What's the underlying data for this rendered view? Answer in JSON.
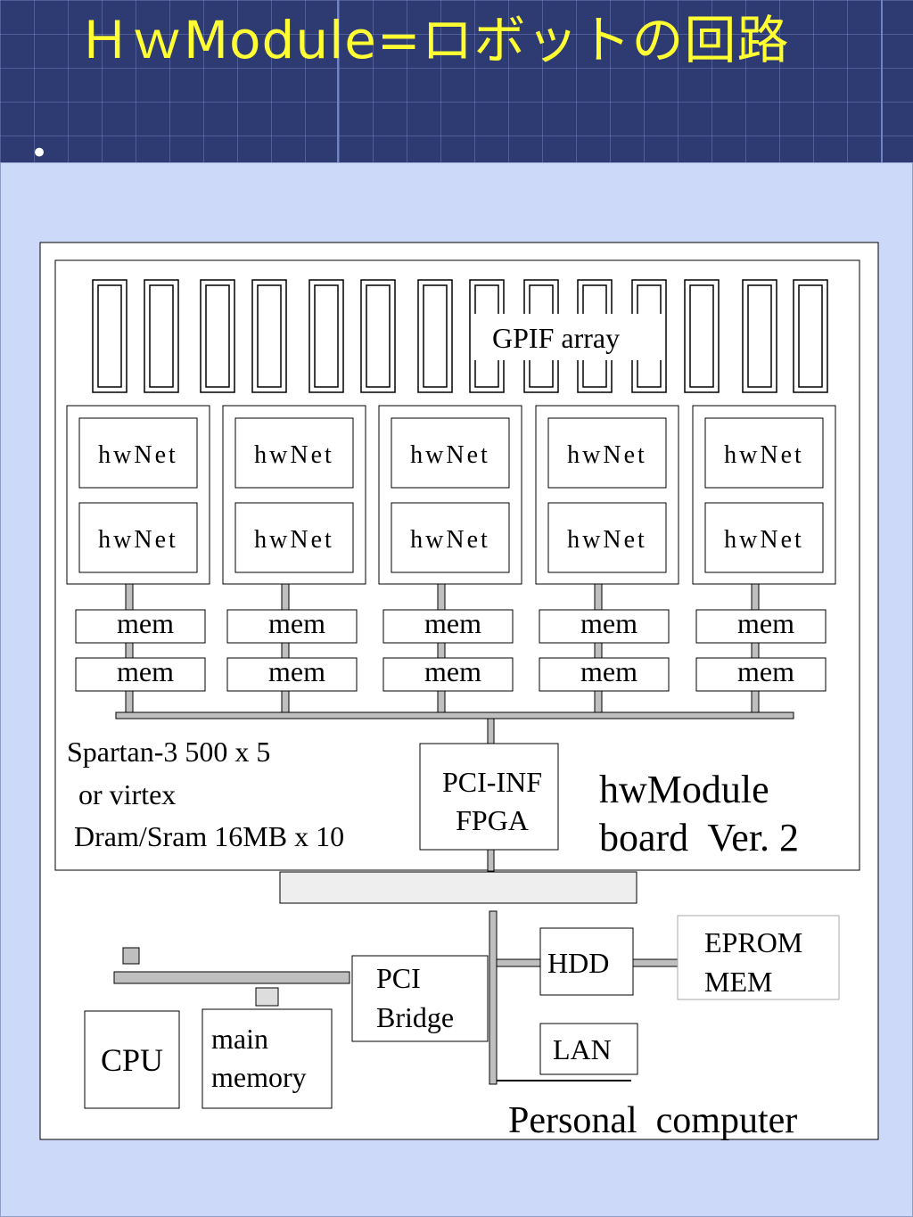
{
  "slide": {
    "title": "ＨｗModule=ロボットの回路",
    "bullet": "•"
  },
  "diagram": {
    "gpif_label": "GPIF array",
    "hwnet_label": "hwNet",
    "mem_label": "mem",
    "spec_lines": [
      "Spartan-3 500 x 5",
      " or virtex",
      " Dram/Sram 16MB x 10"
    ],
    "pci_inf_lines": [
      "PCI-INF",
      "FPGA"
    ],
    "board_lines": [
      "hwModule",
      "board  Ver. 2"
    ],
    "hdd_label": "HDD",
    "eprom_lines": [
      "EPROM",
      "MEM"
    ],
    "pci_bridge_lines": [
      "PCI",
      "Bridge"
    ],
    "lan_label": "LAN",
    "cpu_label": "CPU",
    "main_memory_lines": [
      "main",
      "memory"
    ],
    "pc_label": "Personal  computer",
    "gpif_slot_count": 14,
    "module_column_count": 5
  }
}
